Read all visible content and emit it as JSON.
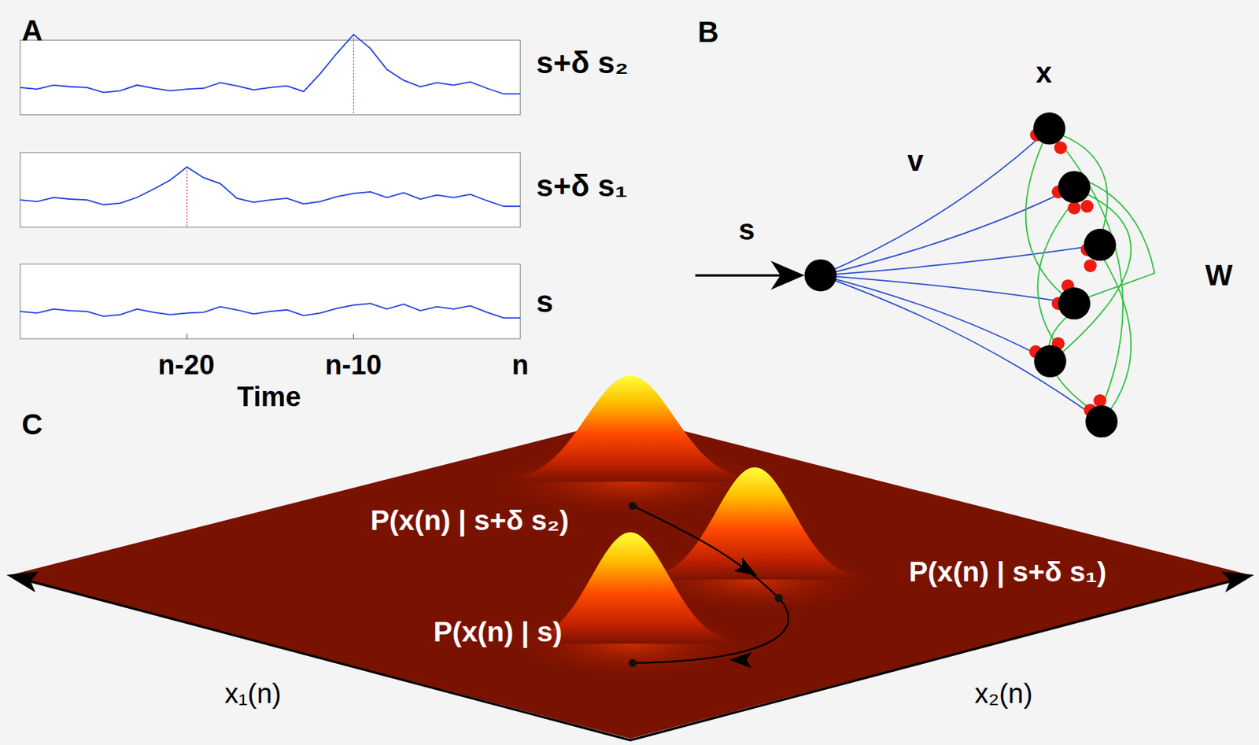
{
  "diagram": {
    "labels": [
      "A",
      "B",
      "C",
      "s+δ s₂",
      "s+δ s₁",
      "s",
      "n-20",
      "n-10",
      "n",
      "Time",
      "x",
      "v",
      "s",
      "W",
      "P(x(n) | s+δ s₂)",
      "P(x(n) | s+δ s₁)",
      "P(x(n) | s)",
      "x₁(n)",
      "x₂(n)"
    ]
  }
}
